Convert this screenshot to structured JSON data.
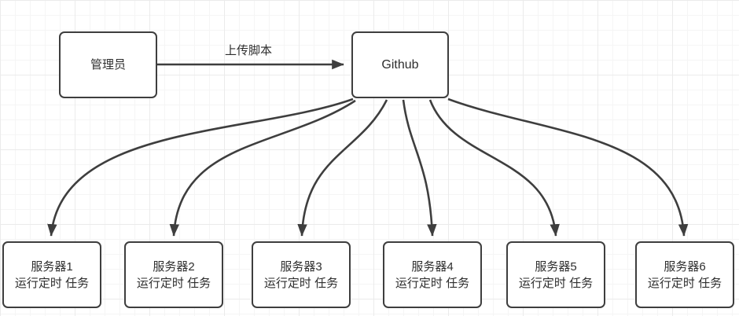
{
  "diagram": {
    "title": "github-cron-deploy-topology",
    "nodes": {
      "admin": {
        "label": "管理员"
      },
      "github": {
        "label": "Github"
      }
    },
    "edges": {
      "upload": {
        "label": "上传脚本"
      }
    },
    "servers": [
      {
        "name": "服务器1",
        "task": "运行定时 任务"
      },
      {
        "name": "服务器2",
        "task": "运行定时 任务"
      },
      {
        "name": "服务器3",
        "task": "运行定时 任务"
      },
      {
        "name": "服务器4",
        "task": "运行定时 任务"
      },
      {
        "name": "服务器5",
        "task": "运行定时 任务"
      },
      {
        "name": "服务器6",
        "task": "运行定时 任务"
      }
    ],
    "colors": {
      "stroke": "#3e3e3e",
      "node_fill": "#ffffff",
      "text": "#2e2e2e",
      "grid_minor": "#f5f5f5",
      "grid_major": "#ebebeb",
      "background": "#ffffff"
    }
  }
}
